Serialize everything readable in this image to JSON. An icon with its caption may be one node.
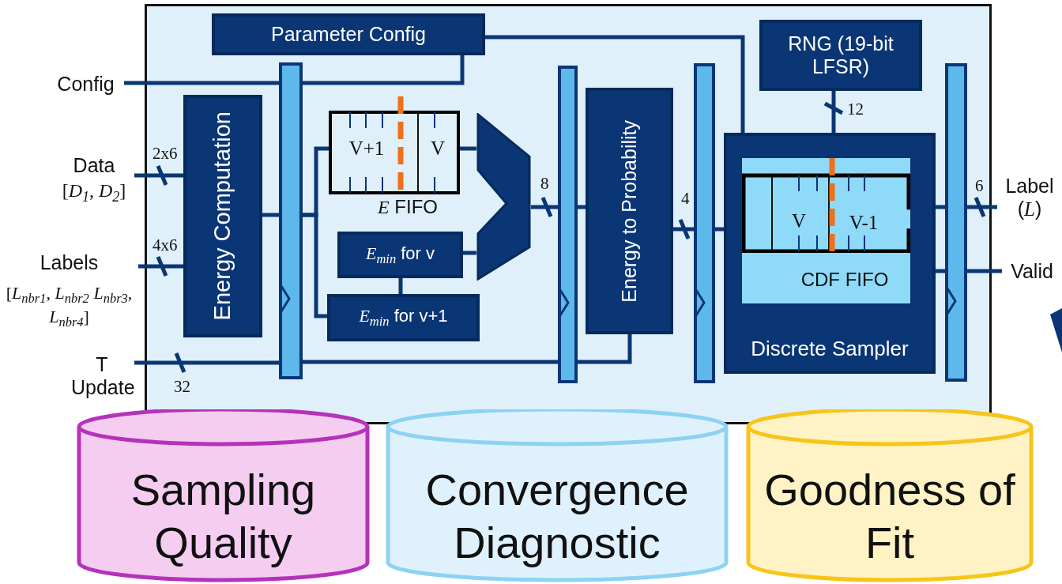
{
  "diagram": {
    "nodes": [
      {
        "text": [],
        "shape": "box"
      },
      {
        "text": [
          "Parameter Config"
        ],
        "in": 0
      },
      {
        "text": [
          "Energy Computation"
        ],
        "in": 0
      },
      {
        "text": [],
        "shape": "bar",
        "in": 0
      },
      {
        "text": [
          "V+1",
          "V",
          "*E* FIFO"
        ],
        "in": 0
      },
      {
        "text": [
          "*E*$_{min}$ for v"
        ],
        "in": 0
      },
      {
        "text": [
          "*E*$_{min}$ for v+1"
        ],
        "in": 0
      },
      {
        "text": [],
        "shape": "trapezoid",
        "in": 0
      },
      {
        "text": [],
        "shape": "bar",
        "in": 0
      },
      {
        "text": [
          "Energy to Probability"
        ],
        "in": 0
      },
      {
        "text": [],
        "shape": "bar",
        "in": 0
      },
      {
        "text": [
          "RNG (19-bit LFSR)"
        ],
        "in": 0
      },
      {
        "text": [
          "Discrete Sampler"
        ],
        "in": 0
      },
      {
        "text": [
          "V",
          "V-1",
          "CDF FIFO"
        ],
        "in": 12
      },
      {
        "text": [],
        "shape": "bar",
        "in": 0
      },
      {
        "text": [
          "Config"
        ]
      },
      {
        "text": [
          "Data",
          "[*D*$_{1}$, *D*$_{2}$]"
        ]
      },
      {
        "text": [
          "Labels",
          "[*L*$_{nbr1}$, *L*$_{nbr2}$ *L*$_{nbr3}$, *L*$_{nbr4}$]"
        ]
      },
      {
        "text": [
          "T Update"
        ]
      },
      {
        "text": [
          "Label (*L*)"
        ]
      },
      {
        "text": [
          "Valid"
        ]
      },
      {
        "text": [
          "Sampling Quality"
        ]
      },
      {
        "text": [
          "Convergence Diagnostic"
        ]
      },
      {
        "text": [
          "Goodness of Fit"
        ]
      }
    ],
    "edges": [
      {
        "from": 15,
        "to": 3,
        "arrow": "none"
      },
      {
        "from": 3,
        "to": 1,
        "arrow": "none"
      },
      {
        "from": 1,
        "to": 12,
        "arrow": "none"
      },
      {
        "from": 16,
        "to": 2,
        "arrow": "none",
        "label": "2x6"
      },
      {
        "from": 17,
        "to": 2,
        "arrow": "none",
        "label": "4x6"
      },
      {
        "from": 18,
        "to": 3,
        "arrow": "none",
        "label": "32"
      },
      {
        "from": 2,
        "to": 3,
        "arrow": "none"
      },
      {
        "from": 3,
        "to": 4,
        "arrow": "none"
      },
      {
        "from": 3,
        "to": 6,
        "arrow": "none"
      },
      {
        "from": 4,
        "to": 7,
        "arrow": "none"
      },
      {
        "from": 5,
        "to": 7,
        "arrow": "none"
      },
      {
        "from": 5,
        "to": 6,
        "arrow": "none"
      },
      {
        "from": 7,
        "to": 8,
        "arrow": "none",
        "label": "8"
      },
      {
        "from": 8,
        "to": 9,
        "arrow": "none"
      },
      {
        "from": 3,
        "to": 8,
        "arrow": "none"
      },
      {
        "from": 8,
        "to": 9,
        "arrow": "none"
      },
      {
        "from": 9,
        "to": 10,
        "arrow": "none",
        "label": "4"
      },
      {
        "from": 10,
        "to": 12,
        "arrow": "none"
      },
      {
        "from": 11,
        "to": 12,
        "arrow": "none",
        "label": "12"
      },
      {
        "from": 12,
        "to": 14,
        "arrow": "none"
      },
      {
        "from": 12,
        "to": 14,
        "arrow": "none"
      },
      {
        "from": 14,
        "to": 19,
        "arrow": "none",
        "label": "6"
      },
      {
        "from": 14,
        "to": 20,
        "arrow": "none"
      }
    ]
  }
}
